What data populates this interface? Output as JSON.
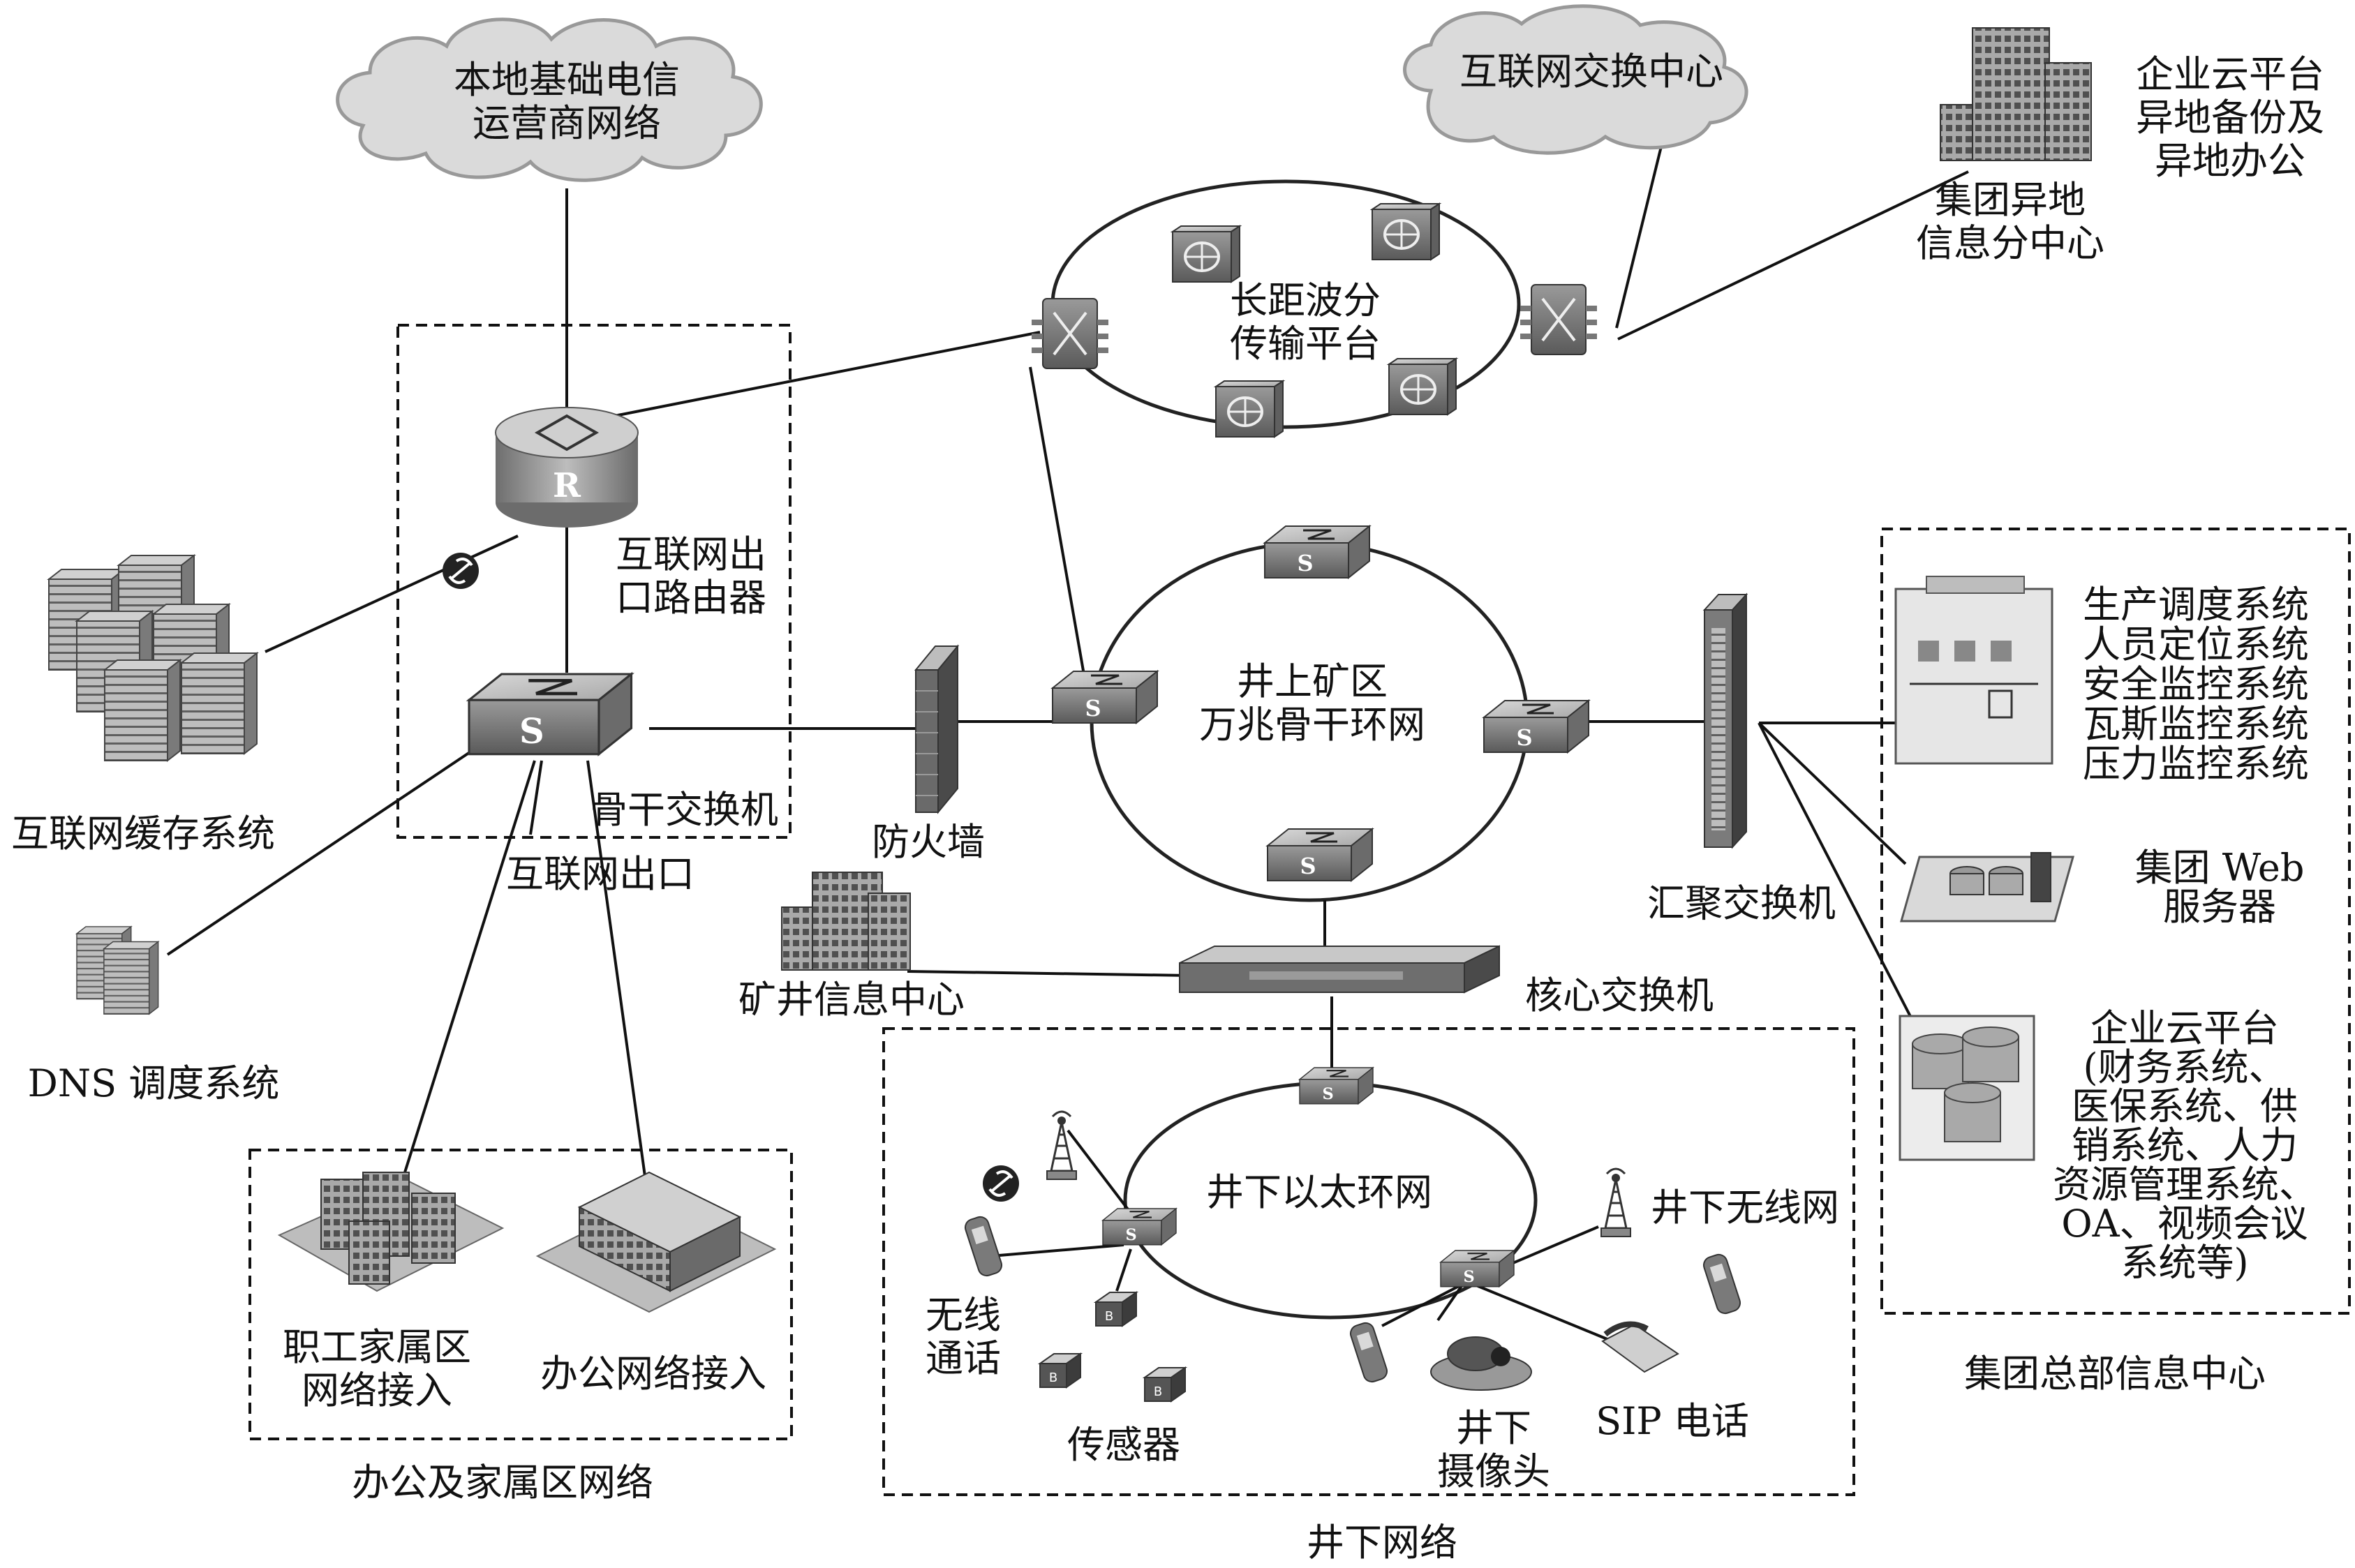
{
  "clouds": {
    "local_telecom": "本地基础电信\n运营商网络",
    "ix_center": "互联网交换中心"
  },
  "labels": {
    "enterprise_cloud_backup": "企业云平台\n异地备份及\n异地办公",
    "remote_center": "集团异地\n信息分中心",
    "wdm_platform": "长距波分\n传输平台",
    "router": "互联网出\n口路由器",
    "backbone_switch": "骨干交换机",
    "internet_exit": "互联网出口",
    "cache_system": "互联网缓存系统",
    "dns_system": "DNS 调度系统",
    "firewall": "防火墙",
    "surface_ring": "井上矿区\n万兆骨干环网",
    "aggregation_switch": "汇聚交换机",
    "mine_info_center": "矿井信息中心",
    "core_switch": "核心交换机",
    "staff_housing": "职工家属区\n网络接入",
    "office_access": "办公网络接入",
    "office_home_network": "办公及家属区网络",
    "underground_ring": "井下以太环网",
    "underground_wireless": "井下无线网",
    "wireless_call": "无线\n通话",
    "sensor": "传感器",
    "underground_camera": "井下\n摄像头",
    "sip_phone": "SIP 电话",
    "underground_network": "井下网络",
    "hq_info_center": "集团总部信息中心",
    "production_systems": "生产调度系统\n人员定位系统\n安全监控系统\n瓦斯监控系统\n压力监控系统",
    "group_web_server": "集团 Web\n服务器",
    "enterprise_cloud_apps": "企业云平台\n(财务系统、\n医保系统、供\n销系统、人力\n资源管理系统、\nOA、视频会议\n系统等)"
  },
  "icons": {
    "router_letter": "R",
    "switch_letter": "S"
  }
}
